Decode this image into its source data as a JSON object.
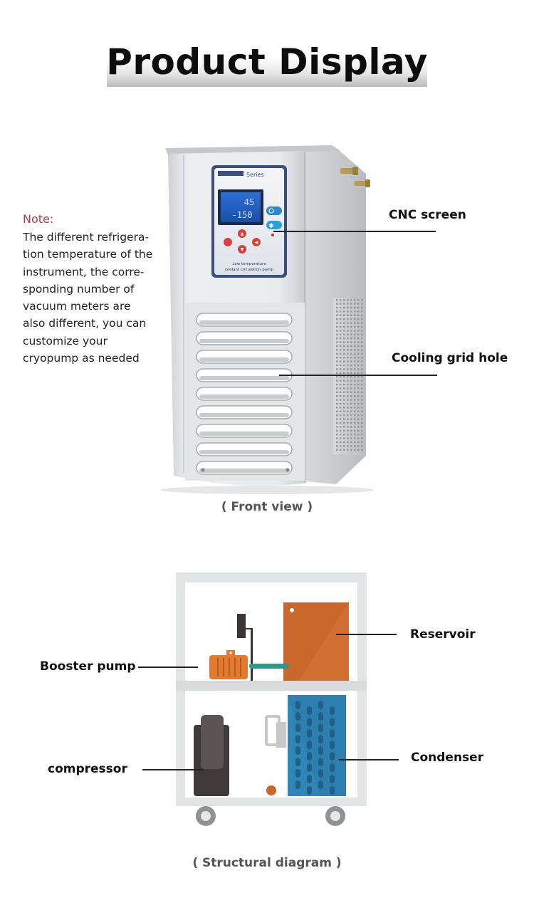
{
  "title": "Product Display",
  "note": {
    "label": "Note:",
    "lines": [
      "The different refrigera-",
      "tion temperature of the",
      "instrument, the corre-",
      "sponding number of",
      "vacuum meters are",
      "also different, you can",
      "customize your",
      "cryopump as needed"
    ]
  },
  "front_view": {
    "panel": {
      "series_label": "Series",
      "display_line1": "45",
      "display_line2": "-150",
      "caption_line1": "Low temperature",
      "caption_line2": "coolant circulation pump"
    },
    "callouts": {
      "cnc_screen": "CNC screen",
      "cooling_grid": "Cooling grid hole"
    },
    "caption": "( Front view )"
  },
  "structural": {
    "callouts": {
      "reservoir": "Reservoir",
      "booster_pump": "Booster pump",
      "condenser": "Condenser",
      "compressor": "compressor"
    },
    "caption": "( Structural diagram )"
  },
  "colors": {
    "note_label": "#b23a3a",
    "reservoir": "#c9672c",
    "condenser": "#2f86b7",
    "pump": "#e07a2e",
    "pipe": "#2b9a8a",
    "compressor": "#3f3a38"
  }
}
